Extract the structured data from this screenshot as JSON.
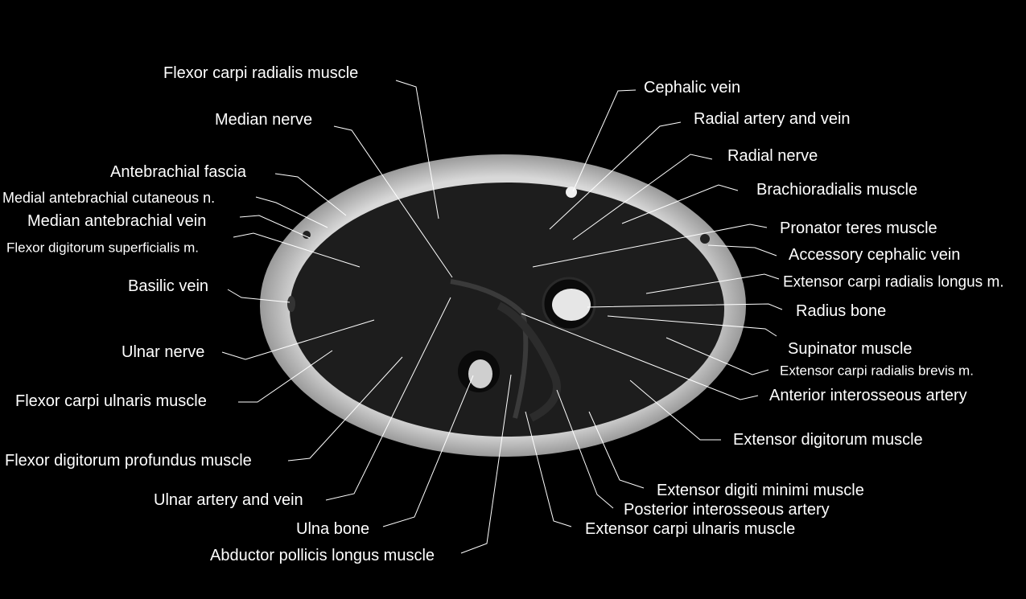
{
  "labels": [
    "Flexor carpi radialis muscle",
    "Median nerve",
    "Antebrachial fascia",
    "Medial antebrachial cutaneous n.",
    "Median antebrachial vein",
    "Flexor digitorum superficialis m.",
    "Basilic vein",
    "Ulnar nerve",
    "Flexor carpi ulnaris muscle",
    "Flexor digitorum profundus muscle",
    "Ulnar artery and vein",
    "Ulna bone",
    "Abductor pollicis longus muscle",
    "Cephalic vein",
    "Radial artery and vein",
    "Radial nerve",
    "Brachioradialis muscle",
    "Pronator teres muscle",
    "Accessory cephalic vein",
    "Extensor carpi radialis longus m.",
    "Radius bone",
    "Supinator muscle",
    "Extensor carpi radialis brevis m.",
    "Anterior interosseous artery",
    "Extensor digitorum muscle",
    "Extensor digiti minimi muscle",
    "Posterior interosseous artery",
    "Extensor carpi ulnaris muscle"
  ],
  "colors": {
    "background": "#000000",
    "label_text": "#ffffff",
    "leader_line": "#ffffff",
    "fat_ring": "#c4c4c4",
    "muscle": "#1c1c1c"
  }
}
